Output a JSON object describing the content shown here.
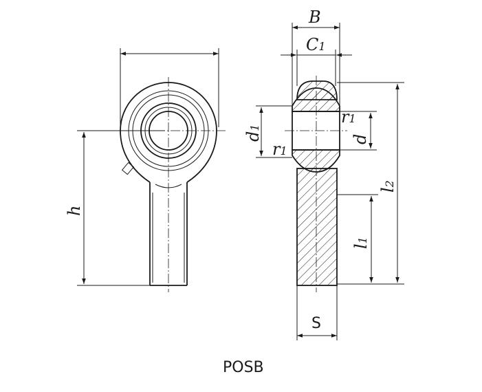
{
  "caption": "POSB",
  "labels": {
    "B": {
      "base": "B",
      "sub": ""
    },
    "C1": {
      "base": "C",
      "sub": "1"
    },
    "d1": {
      "base": "d",
      "sub": "1"
    },
    "d": {
      "base": "d",
      "sub": ""
    },
    "r1_top": {
      "base": "r",
      "sub": "1"
    },
    "r1_bottom": {
      "base": "r",
      "sub": "1"
    },
    "l2": {
      "base": "l",
      "sub": "2"
    },
    "l1": {
      "base": "l",
      "sub": "1"
    },
    "h": {
      "base": "h",
      "sub": ""
    },
    "S": {
      "base": "S",
      "sub": ""
    }
  }
}
